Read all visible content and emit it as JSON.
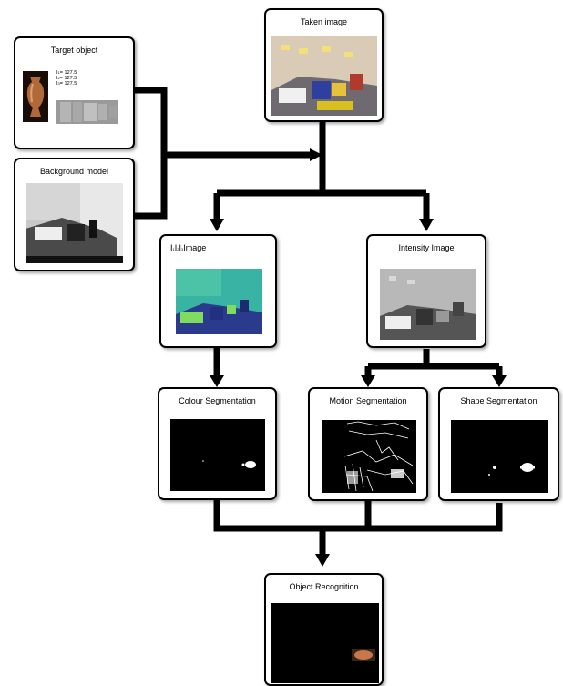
{
  "nodes": {
    "target": {
      "title": "Target object",
      "i1_label": "I",
      "i1_sub": "1",
      "i1_value": "= 127.5",
      "i2_label": "I",
      "i2_sub": "2",
      "i2_value": "= 127.5",
      "i3_label": "I",
      "i3_sub": "3",
      "i3_value": "= 127.5"
    },
    "background": {
      "title": "Background model"
    },
    "taken": {
      "title": "Taken image"
    },
    "i1i2i3": {
      "title_main": "I",
      "title_subs": "1 2 3",
      "title_tail": "Image",
      "title_parts": [
        "I",
        "1",
        "I",
        "2",
        "I",
        "3",
        "Image"
      ]
    },
    "intensity": {
      "title": "Intensity Image"
    },
    "colour": {
      "title": "Colour Segmentation"
    },
    "motion": {
      "title": "Motion Segmentation"
    },
    "shape": {
      "title": "Shape Segmentation"
    },
    "recognition": {
      "title": "Object Recognition"
    }
  },
  "colors": {
    "line": "#000000",
    "node_border": "#000000",
    "teal": "#3fb8a0",
    "green": "#7fdc5c"
  }
}
